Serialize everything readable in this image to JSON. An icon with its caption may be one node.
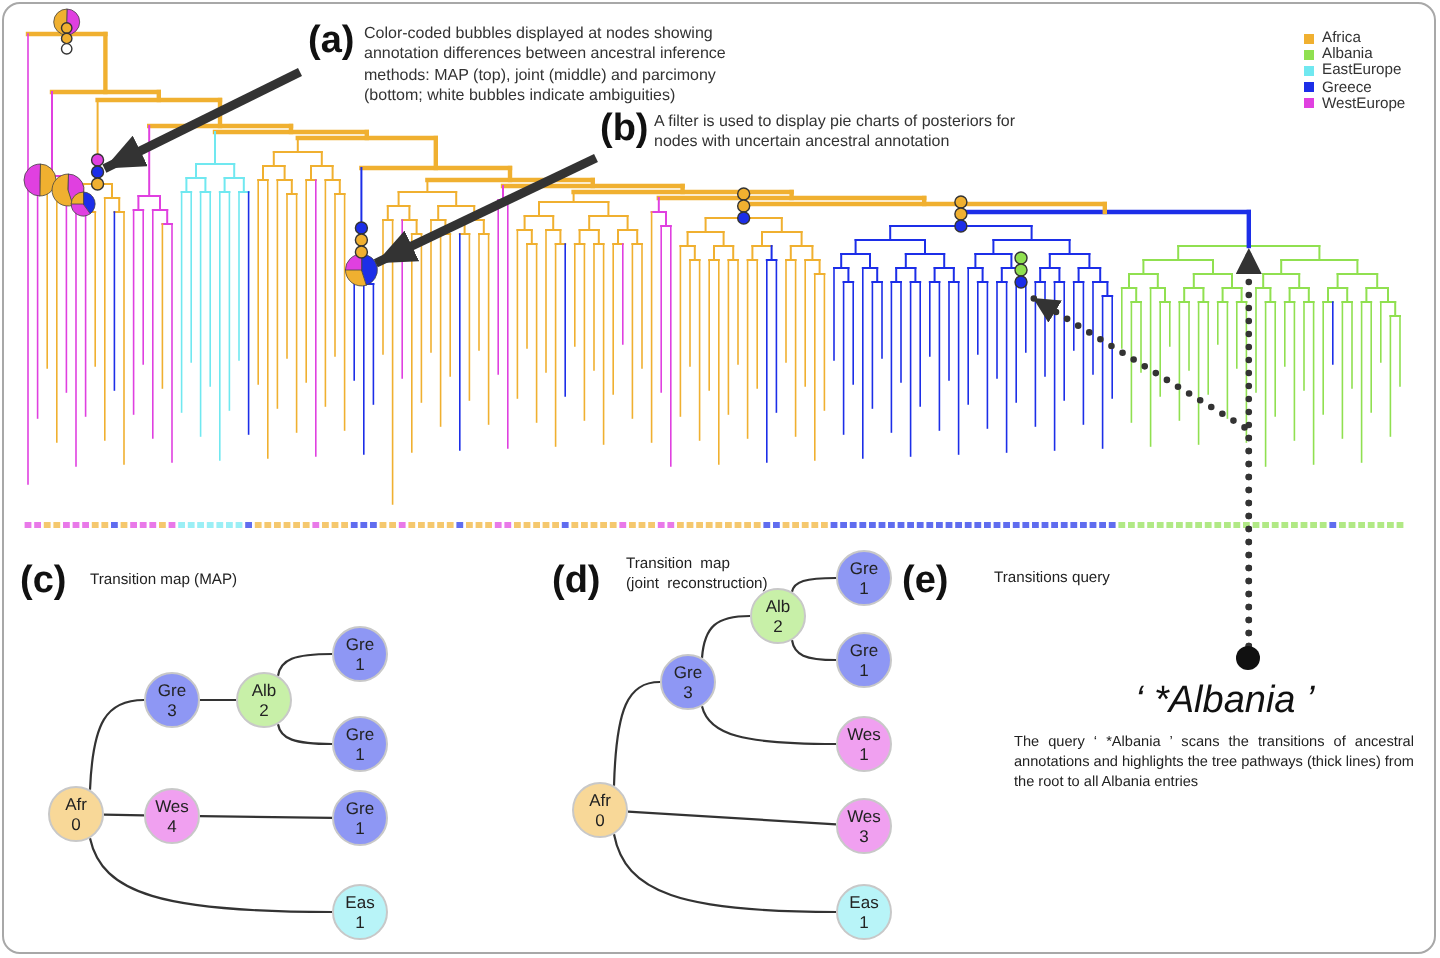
{
  "diagram": {
    "nodes": [
      {
        "text": [
          "(a)",
          "Color-coded bubbles displayed at nodes showing annotation differences between ancestral inference methods: MAP (top), joint (middle) and parcimony (bottom; white bubbles indicate ambiguities)"
        ]
      },
      {
        "text": [
          "(b)",
          "A filter is used to display pie charts of posteriors for nodes with uncertain ancestral annotation"
        ]
      },
      {
        "text": [],
        "shape": "circle",
        "beside": [
          "‘ *Albania ’"
        ]
      },
      {
        "text": [
          "Afr",
          "0"
        ]
      },
      {
        "text": [
          "Gre",
          "3"
        ]
      },
      {
        "text": [
          "Alb",
          "2"
        ]
      },
      {
        "text": [
          "Gre",
          "1"
        ]
      },
      {
        "text": [
          "Gre",
          "1"
        ]
      },
      {
        "text": [
          "Wes",
          "4"
        ]
      },
      {
        "text": [
          "Gre",
          "1"
        ]
      },
      {
        "text": [
          "Eas",
          "1"
        ]
      },
      {
        "text": [
          "Afr",
          "0"
        ]
      },
      {
        "text": [
          "Gre",
          "3"
        ]
      },
      {
        "text": [
          "Alb",
          "2"
        ]
      },
      {
        "text": [
          "Gre",
          "1"
        ]
      },
      {
        "text": [
          "Gre",
          "1"
        ]
      },
      {
        "text": [
          "Wes",
          "1"
        ]
      },
      {
        "text": [
          "Wes",
          "3"
        ]
      },
      {
        "text": [
          "Eas",
          "1"
        ]
      }
    ],
    "edges": [
      {
        "from": 0,
        "to": null,
        "arrow": "to",
        "style": "thick"
      },
      {
        "from": 1,
        "to": null,
        "arrow": "to",
        "style": "thick"
      },
      {
        "from": 2,
        "to": null,
        "arrow": "to",
        "style": "dashed"
      },
      {
        "from": 2,
        "to": null,
        "arrow": "to",
        "style": "dashed"
      },
      {
        "from": 3,
        "to": 4,
        "arrow": "none"
      },
      {
        "from": 4,
        "to": 5,
        "arrow": "none"
      },
      {
        "from": 5,
        "to": 6,
        "arrow": "none"
      },
      {
        "from": 5,
        "to": 7,
        "arrow": "none"
      },
      {
        "from": 3,
        "to": 8,
        "arrow": "none"
      },
      {
        "from": 8,
        "to": 9,
        "arrow": "none"
      },
      {
        "from": 3,
        "to": 10,
        "arrow": "none"
      },
      {
        "from": 11,
        "to": 12,
        "arrow": "none"
      },
      {
        "from": 12,
        "to": 13,
        "arrow": "none"
      },
      {
        "from": 13,
        "to": 14,
        "arrow": "none"
      },
      {
        "from": 13,
        "to": 15,
        "arrow": "none"
      },
      {
        "from": 12,
        "to": 16,
        "arrow": "none"
      },
      {
        "from": 11,
        "to": 17,
        "arrow": "none"
      },
      {
        "from": 11,
        "to": 18,
        "arrow": "none"
      }
    ],
    "labels": [
      "(c)",
      "Transition map (MAP)",
      "(d)",
      "Transition map (joint reconstruction)",
      "(e)",
      "Transitions query",
      "The query ‘ *Albania ’ scans the transitions of ancestral annotations and highlights the tree pathways (thick lines) from the root to all Albania entries"
    ],
    "legend": [
      {
        "text": "Africa",
        "color": "#f0b030"
      },
      {
        "text": "Albania",
        "color": "#90e050"
      },
      {
        "text": "EastEurope",
        "color": "#70e8f0"
      },
      {
        "text": "Greece",
        "color": "#1c2ee8"
      },
      {
        "text": "WestEurope",
        "color": "#e040e0"
      }
    ]
  }
}
